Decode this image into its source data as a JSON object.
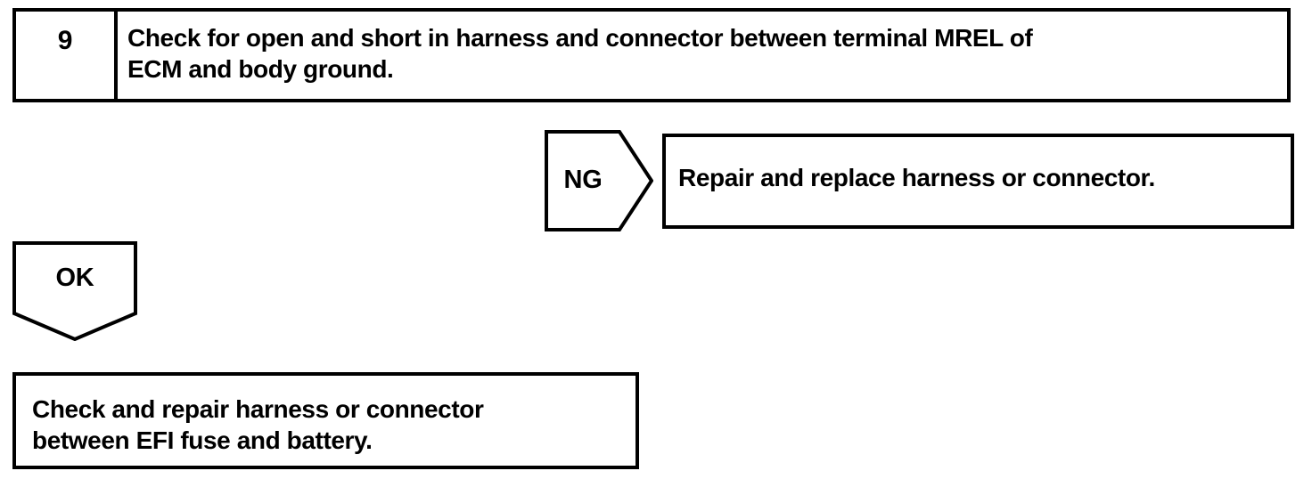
{
  "colors": {
    "ink": "#000000",
    "paper": "#ffffff"
  },
  "step_box": {
    "number": "9",
    "instruction_lines": [
      "Check for open and short in harness and connector between terminal MREL of",
      "ECM and body ground."
    ]
  },
  "ng_branch": {
    "label": "NG",
    "result": "Repair and replace harness or connector."
  },
  "ok_branch": {
    "label": "OK",
    "result_lines": [
      "Check and repair harness or connector",
      "between EFI fuse and battery."
    ]
  }
}
